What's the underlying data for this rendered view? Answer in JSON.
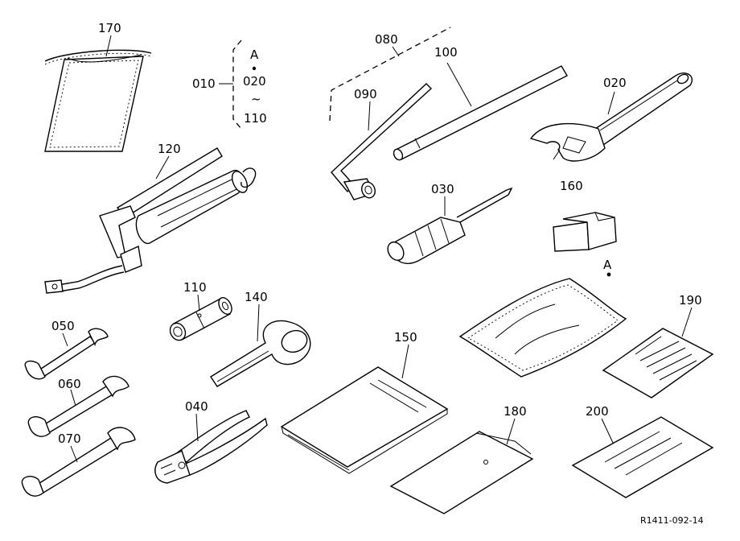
{
  "diagram": {
    "drawing_code": "R1411-092-14",
    "labels": {
      "p170": "170",
      "p010": "010",
      "pA_group": "A",
      "pA_start": "020",
      "pA_tilde": "~",
      "pA_end": "110",
      "p080": "080",
      "p100": "100",
      "p090": "090",
      "p020": "020",
      "p120": "120",
      "p030": "030",
      "p160": "160",
      "pA_bag": "A",
      "p190": "190",
      "p110": "110",
      "p140": "140",
      "p150": "150",
      "p050": "050",
      "p060": "060",
      "p070": "070",
      "p040": "040",
      "p180": "180",
      "p200": "200"
    }
  }
}
